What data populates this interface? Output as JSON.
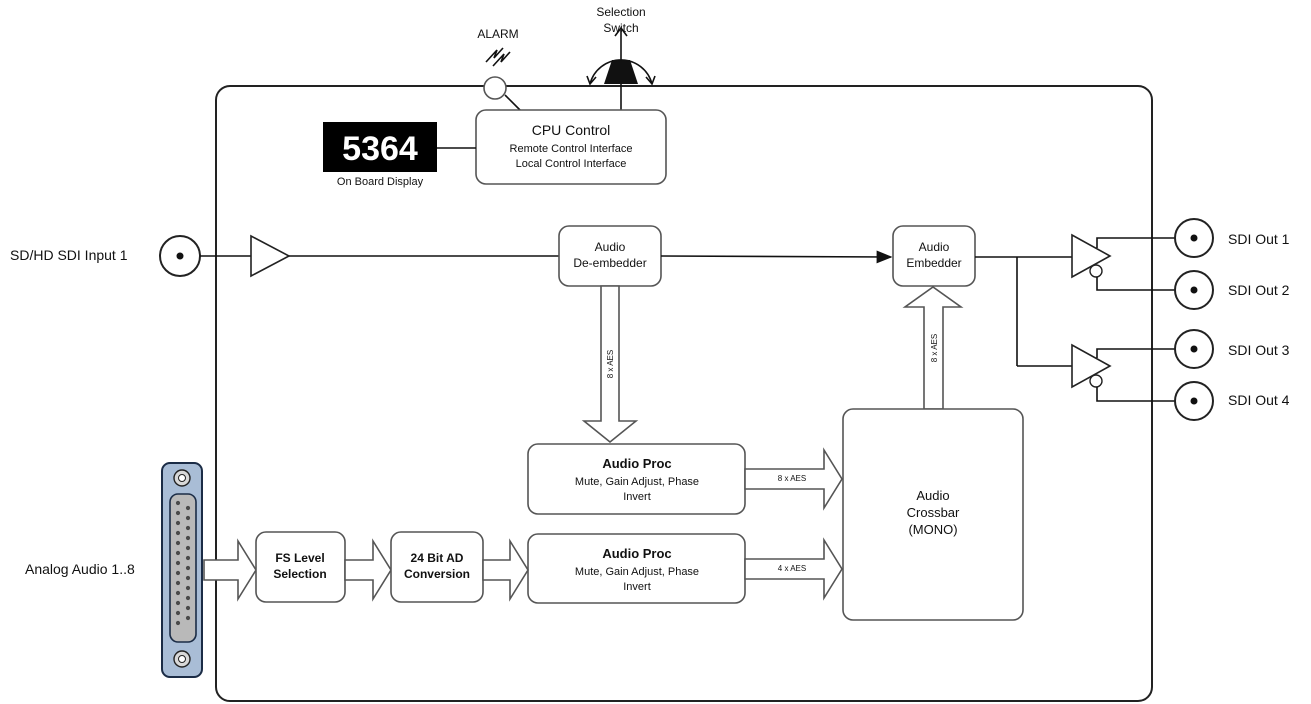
{
  "display": {
    "value": "5364",
    "caption": "On Board Display"
  },
  "alarm": {
    "label": "ALARM"
  },
  "selection_switch": {
    "line1": "Selection",
    "line2": "Switch"
  },
  "cpu": {
    "title": "CPU Control",
    "line1": "Remote Control Interface",
    "line2": "Local Control Interface"
  },
  "inputs": {
    "sdi": "SD/HD SDI Input 1",
    "analog": "Analog Audio 1..8"
  },
  "deembedder": {
    "line1": "Audio",
    "line2": "De-embedder"
  },
  "embedder": {
    "line1": "Audio",
    "line2": "Embedder"
  },
  "proc_top": {
    "title": "Audio Proc",
    "line1": "Mute, Gain Adjust, Phase",
    "line2": "Invert"
  },
  "proc_bottom": {
    "title": "Audio Proc",
    "line1": "Mute, Gain Adjust, Phase",
    "line2": "Invert"
  },
  "fs_level": {
    "line1": "FS Level",
    "line2": "Selection"
  },
  "ad_conv": {
    "line1": "24 Bit AD",
    "line2": "Conversion"
  },
  "crossbar": {
    "line1": "Audio",
    "line2": "Crossbar",
    "line3": "(MONO)"
  },
  "bus_labels": {
    "deemb_down": "8 x AES",
    "to_embedder": "8 x AES",
    "proc_top_out": "8 x AES",
    "proc_bottom_out": "4 x AES"
  },
  "outputs": [
    "SDI Out 1",
    "SDI Out 2",
    "SDI Out 3",
    "SDI Out 4"
  ],
  "icons": [
    "bnc-connector-icon",
    "db25-connector-icon",
    "buffer-amplifier-icon",
    "alarm-led-icon",
    "toggle-switch-icon"
  ]
}
